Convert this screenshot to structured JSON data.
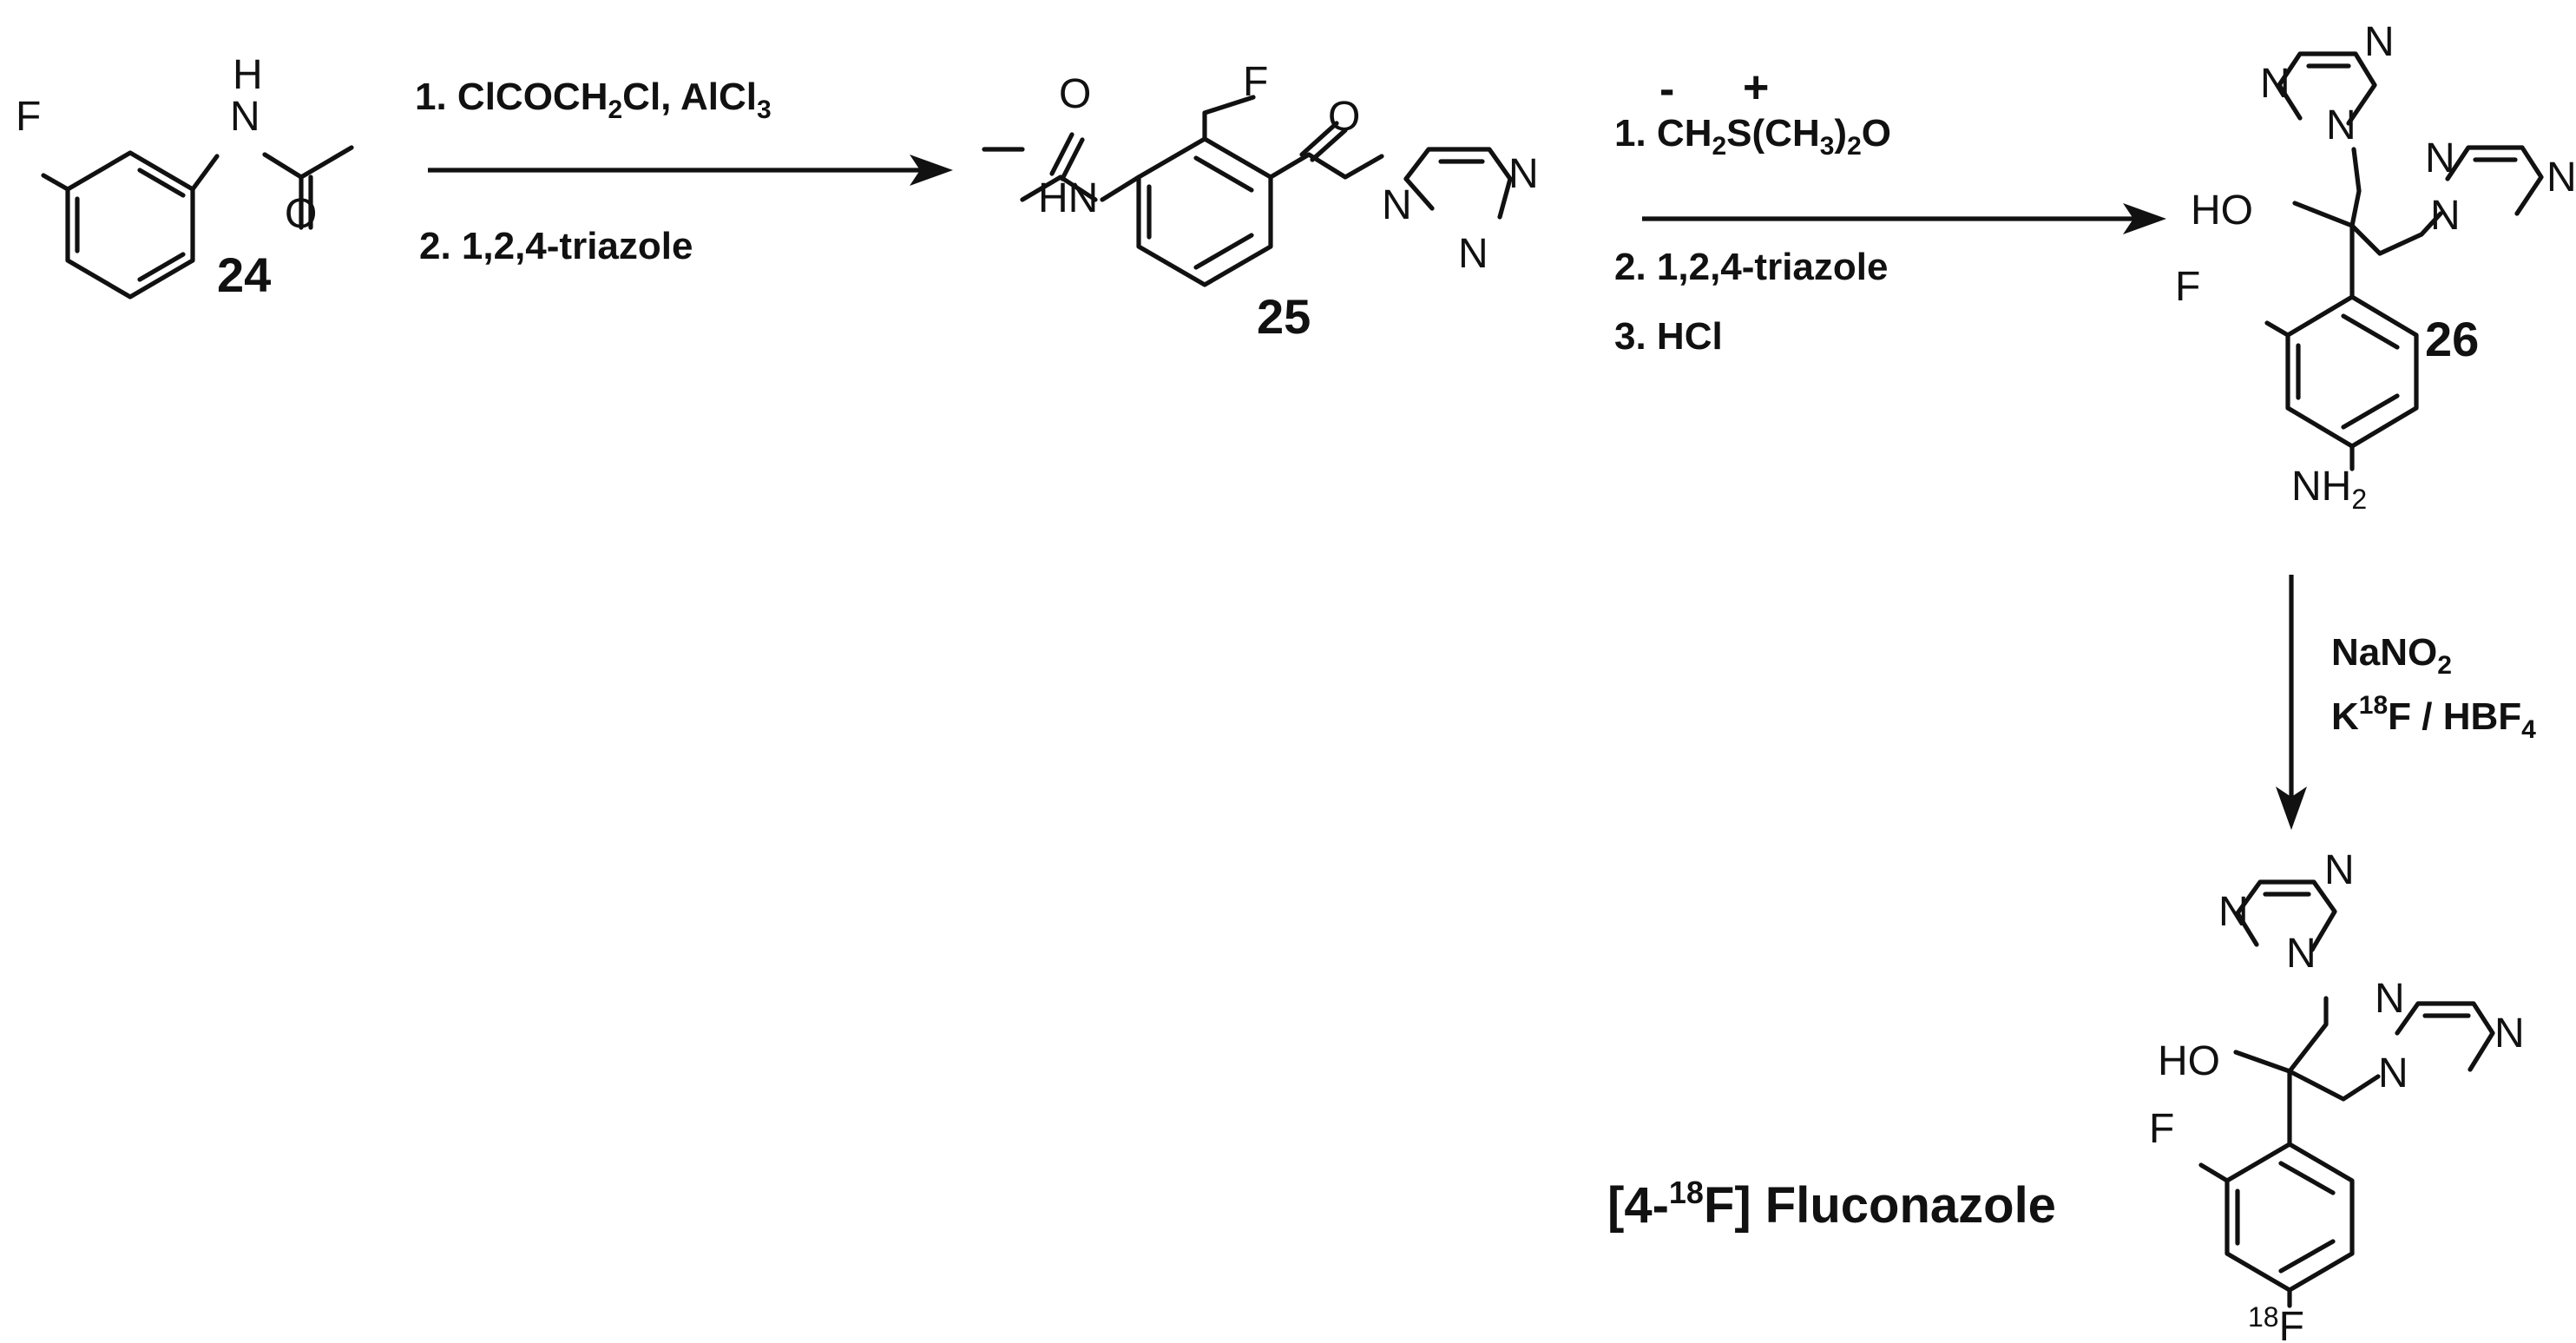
{
  "compounds": [
    {
      "label": "24"
    },
    {
      "label": "25"
    },
    {
      "label": "26"
    }
  ],
  "product": {
    "prefix": "[4-",
    "isotope": "18",
    "suffix": "F] Fluconazole"
  },
  "steps": [
    {
      "step1": {
        "text_a": "1. ClCOCH",
        "sub_a": "2",
        "text_b": "Cl, AlCl",
        "sub_b": "3"
      },
      "step2": "2. 1,2,4-triazole"
    },
    {
      "step1": {
        "charge_minus": "-",
        "charge_plus": "+",
        "text_a": "1. CH",
        "sub_a": "2",
        "text_b": "S(CH",
        "sub_b": "3",
        "text_c": ")",
        "sub_c": "2",
        "text_d": "O"
      },
      "step2": "2. 1,2,4-triazole",
      "step3": "3. HCl"
    },
    {
      "line1": {
        "text": "NaNO",
        "sub": "2"
      },
      "line2": {
        "text_a": "K",
        "sup": "18",
        "text_b": "F / HBF",
        "sub": "4"
      }
    }
  ],
  "atoms": {
    "F": "F",
    "H": "H",
    "N": "N",
    "O": "O",
    "HN": "HN",
    "HO": "HO",
    "NH": "NH",
    "two": "2",
    "iso18": "18"
  }
}
